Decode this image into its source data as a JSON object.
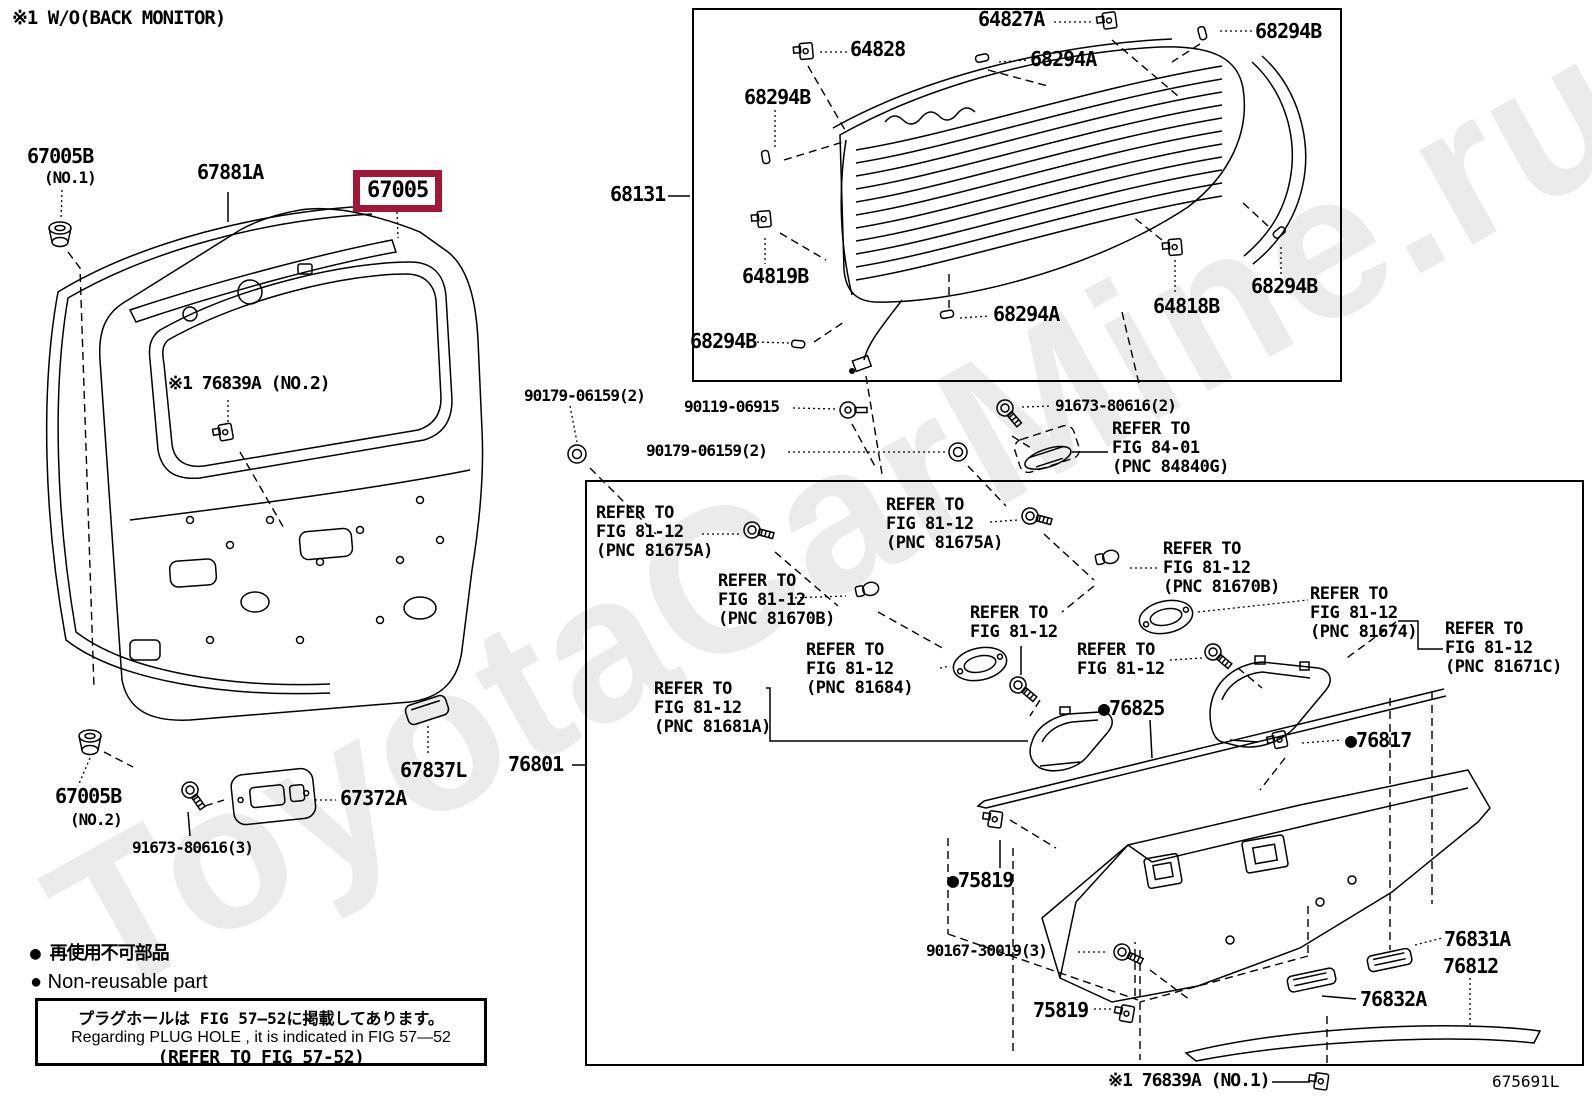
{
  "note_top": "※1 W/O(BACK MONITOR)",
  "watermark": "ToyotaCarMine.ru",
  "diagram_code": "675691L",
  "colors": {
    "highlight_box": "#a21638",
    "line": "#000000",
    "watermark": "#ebebeb"
  },
  "highlight_part": "67005",
  "parts": {
    "p67005b_no1": "67005B",
    "p67005b_no1_sub": "(NO.1)",
    "p67881a": "67881A",
    "p67005": "67005",
    "p76839a_no2": "※1 76839A (NO.2)",
    "p67005b_no2": "67005B",
    "p67005b_no2_sub": "(NO.2)",
    "p91673_3": "91673-80616(3)",
    "p67372a": "67372A",
    "p67837l": "67837L",
    "p68131": "68131",
    "p64827a": "64827A",
    "p64828": "64828",
    "p68294a_1": "68294A",
    "p68294b_1": "68294B",
    "p68294b_2": "68294B",
    "p64819b": "64819B",
    "p68294b_3": "68294B",
    "p68294a_2": "68294A",
    "p64818b": "64818B",
    "p68294b_4": "68294B",
    "p90179_1": "90179-06159(2)",
    "p90119": "90119-06915",
    "p90179_2": "90179-06159(2)",
    "p91673_2": "91673-80616(2)",
    "ref_fig84": "REFER TO\nFIG 84-01\n(PNC 84840G)",
    "p76801": "76801",
    "ref_81675a_l": "REFER TO\nFIG 81-12\n(PNC 81675A)",
    "ref_81675a_r": "REFER TO\nFIG 81-12\n(PNC 81675A)",
    "ref_81670b_l": "REFER TO\nFIG 81-12\n(PNC 81670B)",
    "ref_81670b_r": "REFER TO\nFIG 81-12\n(PNC 81670B)",
    "ref_center": "REFER TO\nFIG 81-12",
    "ref_81684": "REFER TO\nFIG 81-12\n(PNC 81684)",
    "ref_right": "REFER TO\nFIG 81-12",
    "ref_81674": "REFER TO\nFIG 81-12\n(PNC 81674)",
    "ref_81671c": "REFER TO\nFIG 81-12\n(PNC 81671C)",
    "ref_81681a": "REFER TO\nFIG 81-12\n(PNC 81681A)",
    "p76825": "●76825",
    "p76817": "●76817",
    "p75819_1": "●75819",
    "p90167": "90167-30019(3)",
    "p75819_2": "75819",
    "p76831a": "76831A",
    "p76812": "76812",
    "p76832a": "76832A",
    "p76839a_no1": "※1 76839A (NO.1)"
  },
  "legend": {
    "nonreusable_ja": "● 再使用不可部品",
    "nonreusable_en": "● Non-reusable part",
    "plug_ja": "プラグホールは FIG 57—52に掲載してあります。",
    "plug_en": "Regarding  PLUG  HOLE , it is indicated in  FIG  57—52",
    "plug_ref": "(REFER TO FIG 57-52)"
  }
}
